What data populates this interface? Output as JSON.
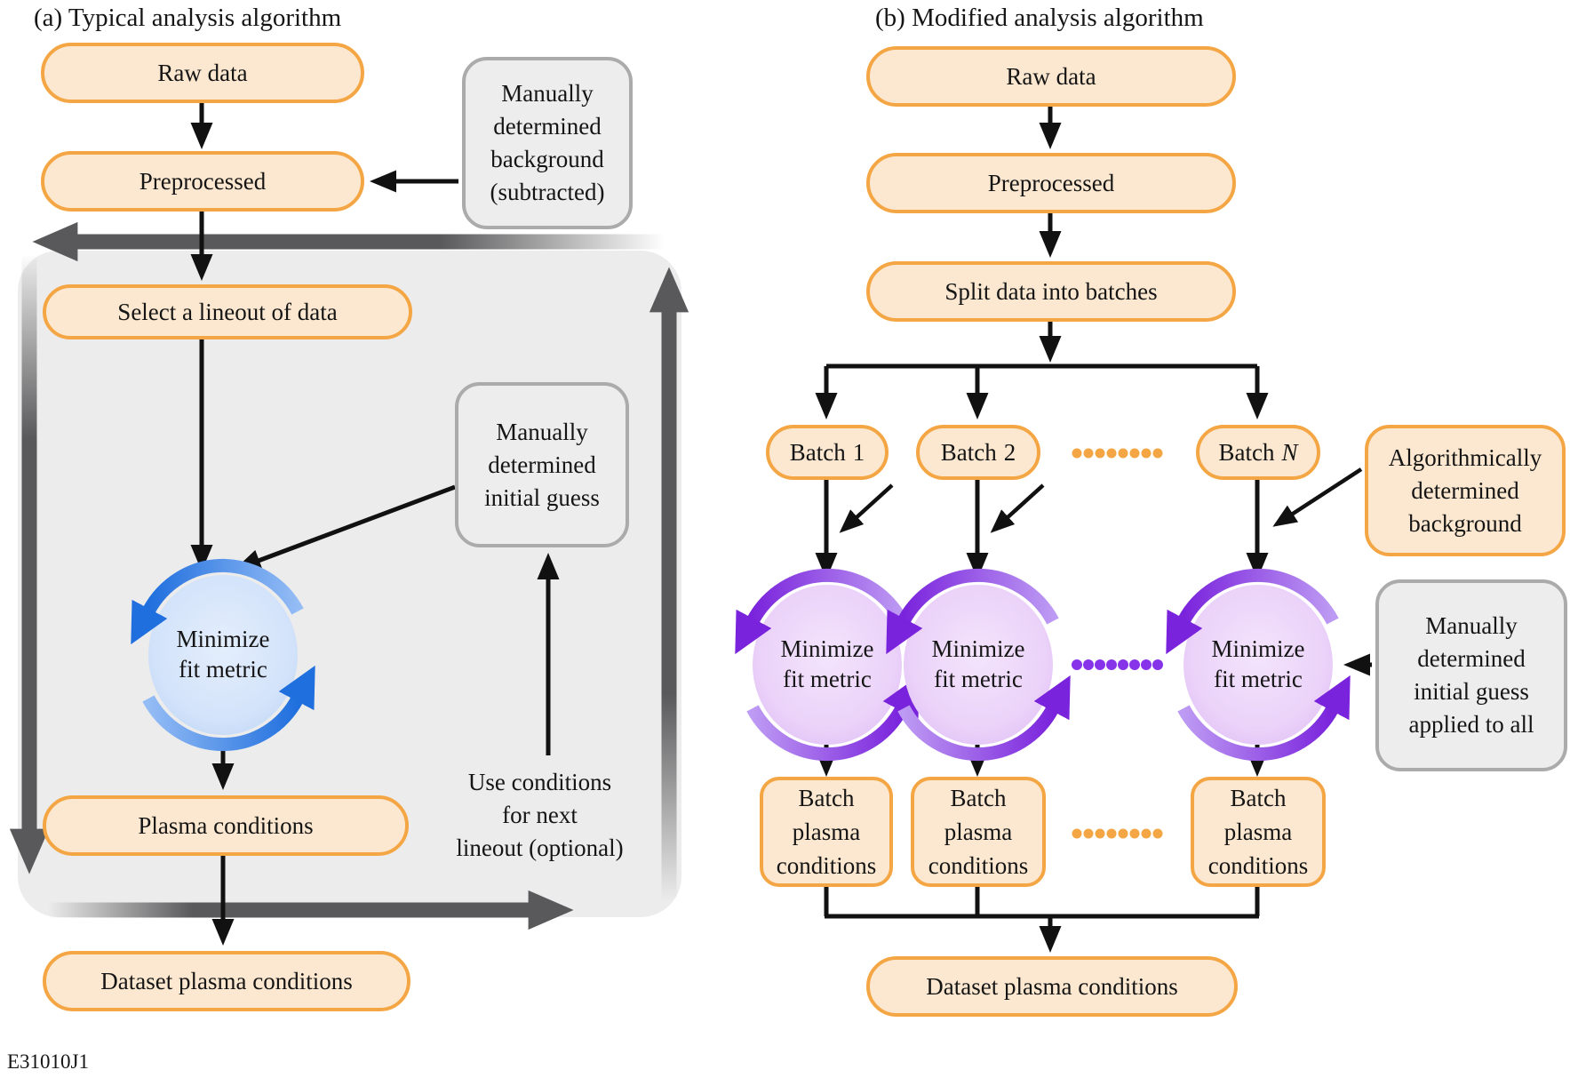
{
  "colors": {
    "node_fill": "#FCE8D0",
    "node_border": "#F5A644",
    "note_fill": "#EDEDED",
    "note_border": "#ABABAB",
    "loop_region_fill": "#ECECEC",
    "loop_arrow": "#59595B",
    "black_arrow": "#111111",
    "blue_cycle_arrow": "#1F6FDE",
    "blue_cycle_fill": "#D3E3FA",
    "purple_cycle_arrow": "#7A23DC",
    "purple_cycle_fill": "#EBD2F9",
    "dots_orange": "#F5A644",
    "dots_purple": "#8633EA"
  },
  "panel_a": {
    "title": "(a) Typical analysis algorithm",
    "raw_data": "Raw data",
    "preprocessed": "Preprocessed",
    "select_lineout": "Select a lineout of data",
    "minimize_lines": [
      "Minimize",
      "fit metric"
    ],
    "plasma_conditions": "Plasma conditions",
    "dataset_plasma_conditions": "Dataset plasma conditions",
    "background_note_lines": [
      "Manually",
      "determined",
      "background",
      "(subtracted)"
    ],
    "initial_guess_note_lines": [
      "Manually",
      "determined",
      "initial guess"
    ],
    "loop_note_lines": [
      "Use conditions",
      "for next",
      "lineout (optional)"
    ]
  },
  "panel_b": {
    "title": "(b) Modified analysis algorithm",
    "raw_data": "Raw data",
    "preprocessed": "Preprocessed",
    "split": "Split data into batches",
    "batches": [
      {
        "prefix": "Batch",
        "suffix": "1"
      },
      {
        "prefix": "Batch",
        "suffix": "2"
      },
      {
        "prefix": "Batch",
        "suffix": "N"
      }
    ],
    "minimize_lines": [
      "Minimize",
      "fit metric"
    ],
    "batch_plasma_lines": [
      "Batch",
      "plasma",
      "conditions"
    ],
    "dataset_plasma_conditions": "Dataset plasma conditions",
    "algorithmic_background_lines": [
      "Algorithmically",
      "determined",
      "background"
    ],
    "initial_guess_all_lines": [
      "Manually",
      "determined",
      "initial guess",
      "applied to all"
    ]
  },
  "footer": {
    "figure_id": "E31010J1"
  }
}
